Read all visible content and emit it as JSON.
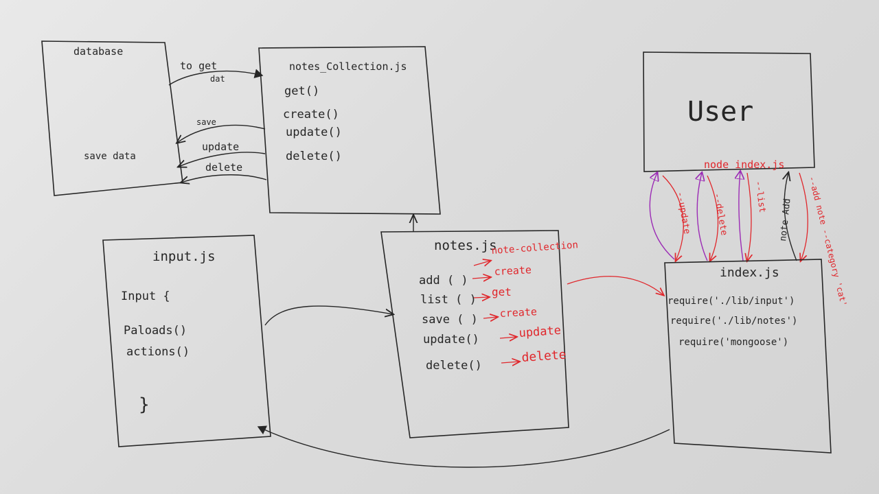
{
  "colors": {
    "ink": "#262626",
    "red": "#e0262b",
    "purple": "#9b2bb5",
    "paper": "#dedede"
  },
  "database": {
    "title": "database",
    "body": "save   data"
  },
  "db_arrows": {
    "toget": "to get",
    "dat": "dat",
    "save": "save",
    "update": "update",
    "delete": "delete"
  },
  "notes_collection": {
    "title": "notes_Collection.js",
    "methods": [
      "get()",
      "create()",
      "update()",
      "delete()"
    ]
  },
  "user": {
    "title": "User",
    "command": "node index.js"
  },
  "user_arrows": {
    "update": "--update",
    "delete": "--delete",
    "list": "--list",
    "note_add": "note Add",
    "add_note_category": "--add note --category 'cat'"
  },
  "input_js": {
    "title": "input.js",
    "open": "Input {",
    "lines": [
      "Paloads()",
      "actions()"
    ],
    "close": "}"
  },
  "notes_js": {
    "title": "notes.js",
    "collection_note": "note-collection",
    "methods": [
      {
        "name": "add ( )",
        "maps_to": "create"
      },
      {
        "name": "list ( )",
        "maps_to": "get"
      },
      {
        "name": "save ( )",
        "maps_to": "create"
      },
      {
        "name": "update()",
        "maps_to": "update"
      },
      {
        "name": "delete()",
        "maps_to": "delete"
      }
    ]
  },
  "index_js": {
    "title": "index.js",
    "lines": [
      "require('./lib/input')",
      "require('./lib/notes')",
      "require('mongoose')"
    ]
  }
}
